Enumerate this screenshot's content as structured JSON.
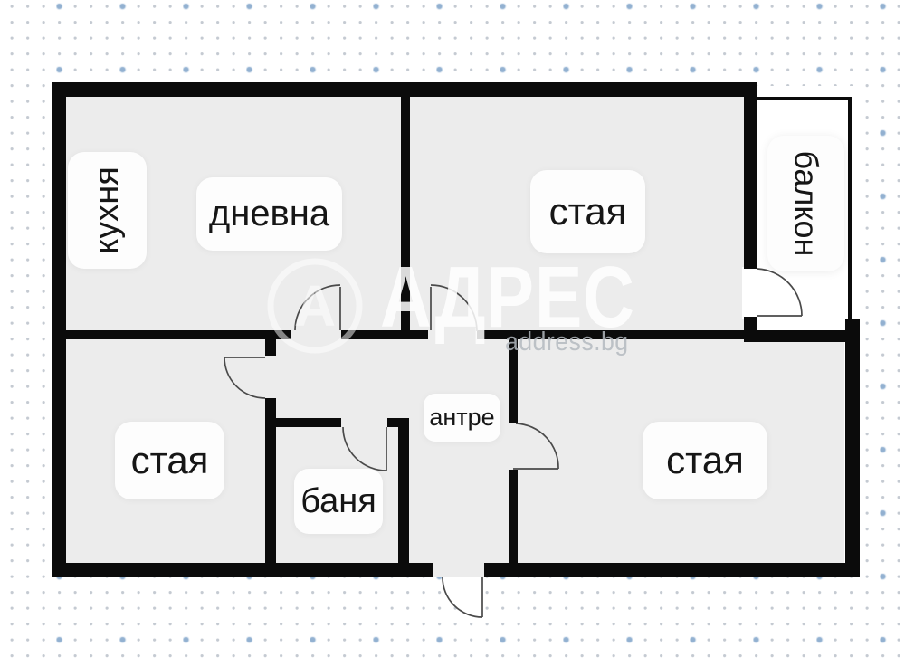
{
  "rooms": {
    "kitchen": {
      "label": "кухня"
    },
    "living_room": {
      "label": "дневна"
    },
    "bedroom_top": {
      "label": "стая"
    },
    "balcony": {
      "label": "балкон"
    },
    "bedroom_left": {
      "label": "стая"
    },
    "bathroom": {
      "label": "баня"
    },
    "hallway": {
      "label": "антре"
    },
    "bedroom_right": {
      "label": "стая"
    }
  },
  "watermark": {
    "brand": "АДРЕС",
    "domain": "address.bg",
    "logo_letter": "А"
  },
  "colors": {
    "wall": "#0b0b0b",
    "floor": "#ececec",
    "label_bg": "#fdfdfd",
    "background": "#ffffff",
    "dot_small": "#949eac",
    "dot_large": "#8fafd0",
    "watermark_white": "#ffffff",
    "watermark_gray": "#b4babf"
  }
}
